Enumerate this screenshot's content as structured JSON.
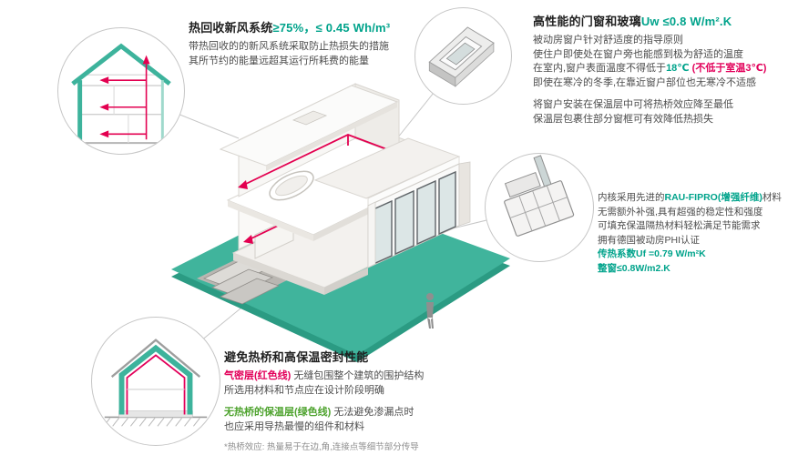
{
  "colors": {
    "accent": "#00a38b",
    "magenta": "#e2005a",
    "green": "#4ea32e",
    "platform": "#40b49c",
    "duct_red": "#e30050"
  },
  "ventilation": {
    "title": "热回收新风系统",
    "title_value": "≥75%，≤ 0.45 Wh/m³",
    "line1": "带热回收的的新风系统采取防止热损失的措施",
    "line2": "其所节约的能量远超其运行所耗费的能量"
  },
  "windows": {
    "title": "高性能的门窗和玻璃",
    "title_value": "Uw ≤0.8 W/m².K",
    "line1": "被动房窗户针对舒适度的指导原则",
    "line2": "使住户即使处在窗户旁也能感到极为舒适的温度",
    "line3a": "在室内,窗户表面温度不得低于",
    "line3b": "18℃",
    "line3c": " (不低于室温3℃)",
    "line4": "即使在寒冷的冬季,在靠近窗户部位也无寒冷不适感",
    "line5": "将窗户安装在保温层中可将热桥效应降至最低",
    "line6": "保温层包裹住部分窗框可有效降低热损失"
  },
  "frame_profile": {
    "line1a": "内核采用先进的",
    "line1b": "RAU-FIPRO(增强纤维)",
    "line1c": "材料",
    "line2": "无需额外补强,具有超强的稳定性和强度",
    "line3": "可填充保温隔热材料轻松满足节能需求",
    "line4": "拥有德国被动房PHI认证",
    "line5": "传热系数Uf =0.79 W/m²K",
    "line6": "整窗≤0.8W/m2.K"
  },
  "thermal": {
    "title": "避免热桥和高保温密封性能",
    "airtight_label": "气密层(红色线)",
    "airtight_rest": " 无缝包围整个建筑的围护结构",
    "line2": "所选用材料和节点应在设计阶段明确",
    "insulation_label": "无热桥的保温层(绿色线)",
    "insulation_rest": " 无法避免渗漏点时",
    "line4": "也应采用导热最慢的组件和材料",
    "footnote": "*热桥效应: 热量易于在边,角,连接点等细节部分传导"
  }
}
